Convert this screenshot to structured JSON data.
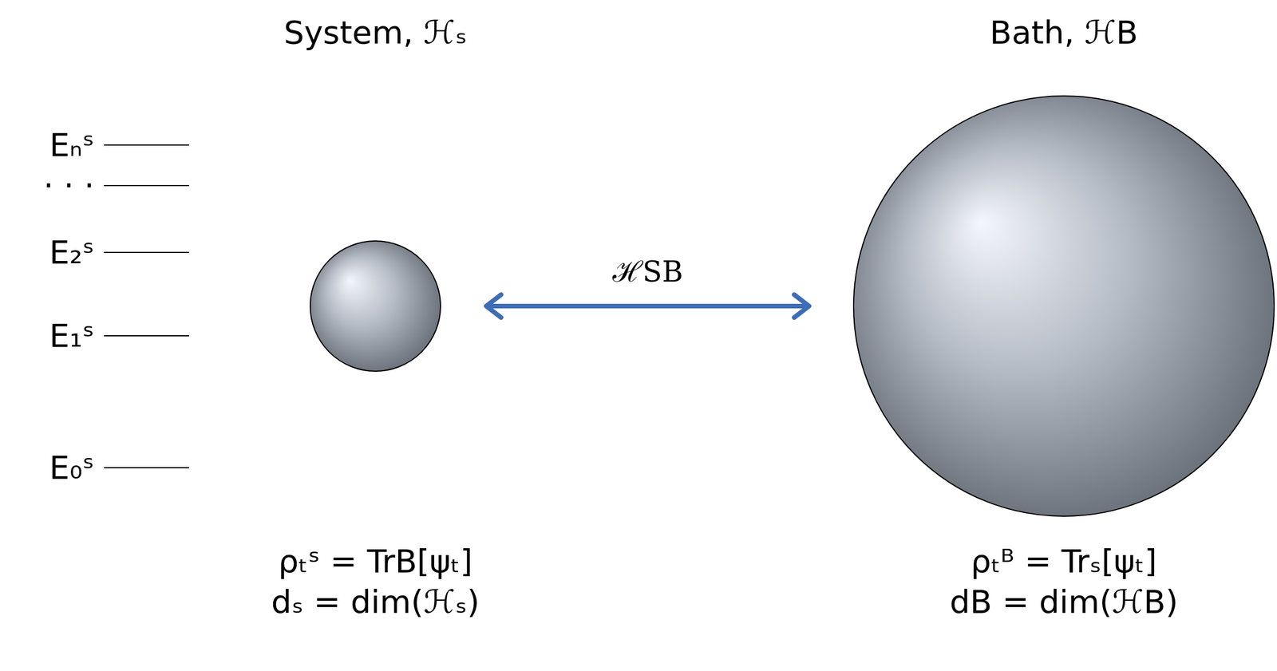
{
  "diagram": {
    "nodes": [
      {
        "text": [
          "System, ℋₛ",
          "ρₜˢ = TrB[ψₜ]",
          "dₛ = dim(ℋₛ)"
        ]
      },
      {
        "text": [
          "Bath, ℋB",
          "ρₜᴮ = Trₛ[ψₜ]",
          "dB = dim(ℋB)"
        ]
      }
    ],
    "edges": [
      {
        "from": 0,
        "to": 1,
        "arrow": "both",
        "label": "ℋSB"
      }
    ],
    "labels": [
      "Eₙˢ",
      "· · ·",
      "E₂ˢ",
      "E₁ˢ",
      "E₀ˢ"
    ]
  }
}
